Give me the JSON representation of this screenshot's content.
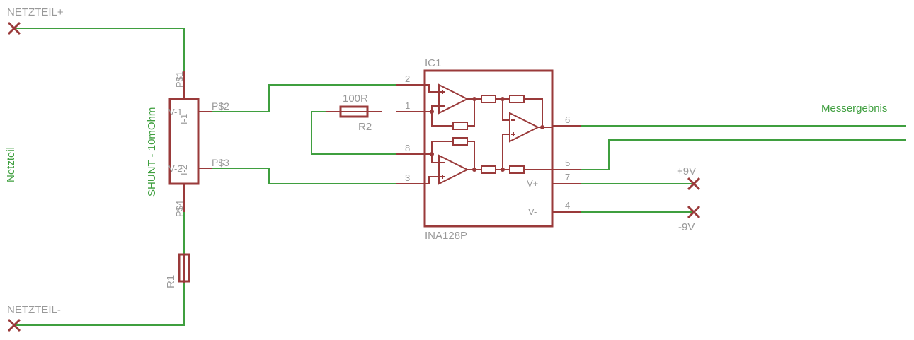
{
  "colors": {
    "wire": "#3f9f3f",
    "component": "#9a3a3a",
    "label": "#999999",
    "net_label": "#3f9f3f",
    "background": "#ffffff"
  },
  "supplies": {
    "netzteil_plus": "NETZTEIL+",
    "netzteil_minus": "NETZTEIL-",
    "plus9v": "+9V",
    "minus9v": "-9V"
  },
  "nets": {
    "netzteil": "Netzteil",
    "messergebnis": "Messergebnis"
  },
  "shunt": {
    "value": "SHUNT - 10mOhm",
    "pins": {
      "p1": "P$1",
      "p2": "P$2",
      "p3": "P$3",
      "p4": "P$4"
    },
    "inner": {
      "i1": "I-1",
      "i2": "I-2",
      "v1": "V-1",
      "v2": "V-2"
    }
  },
  "r1": {
    "name": "R1"
  },
  "r2": {
    "name": "R2",
    "value": "100R"
  },
  "ic1": {
    "name": "IC1",
    "value": "INA128P",
    "pins": {
      "p1": "1",
      "p2": "2",
      "p3": "3",
      "p4": "4",
      "p5": "5",
      "p6": "6",
      "p7": "7",
      "p8": "8"
    },
    "vplus": "V+",
    "vminus": "V-"
  }
}
